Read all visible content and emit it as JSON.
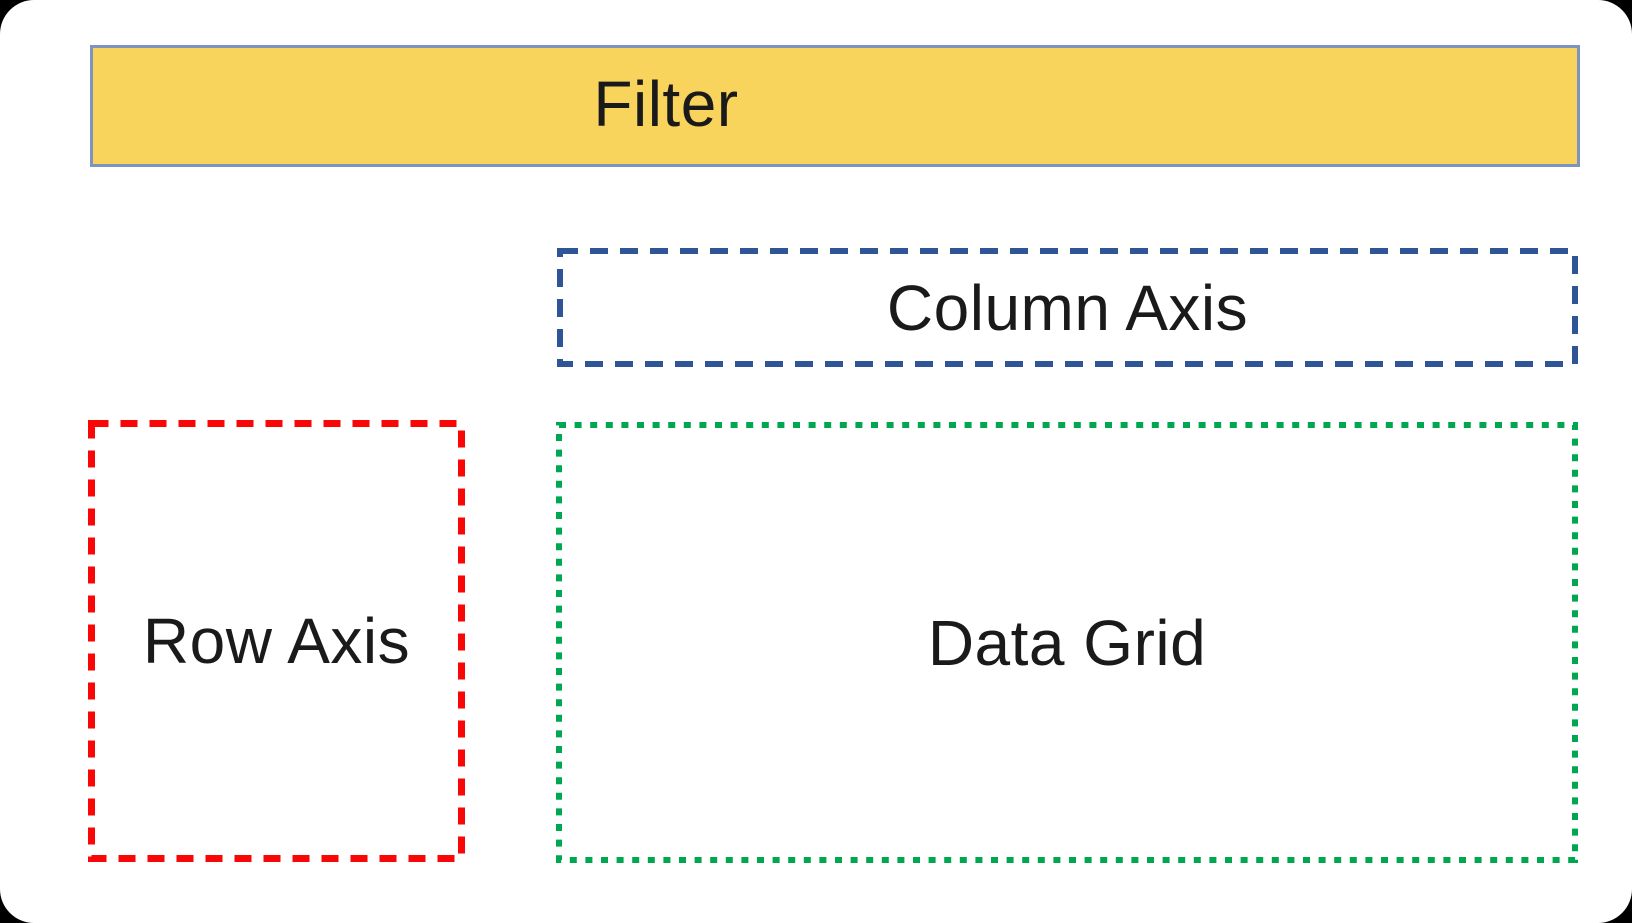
{
  "colors": {
    "page_background": "#000000",
    "card_background": "#ffffff",
    "label_text": "#1a1a1a",
    "filter_fill": "#F9D45C",
    "filter_border": "#7E93BF",
    "column_axis_border": "#2F5597",
    "row_axis_border": "#FA0606",
    "data_grid_border": "#00A650"
  },
  "boxes": {
    "filter": {
      "label": "Filter",
      "border_style": "solid"
    },
    "column_axis": {
      "label": "Column Axis",
      "border_style": "dashed"
    },
    "row_axis": {
      "label": "Row Axis",
      "border_style": "dashed"
    },
    "data_grid": {
      "label": "Data Grid",
      "border_style": "dotted"
    }
  }
}
